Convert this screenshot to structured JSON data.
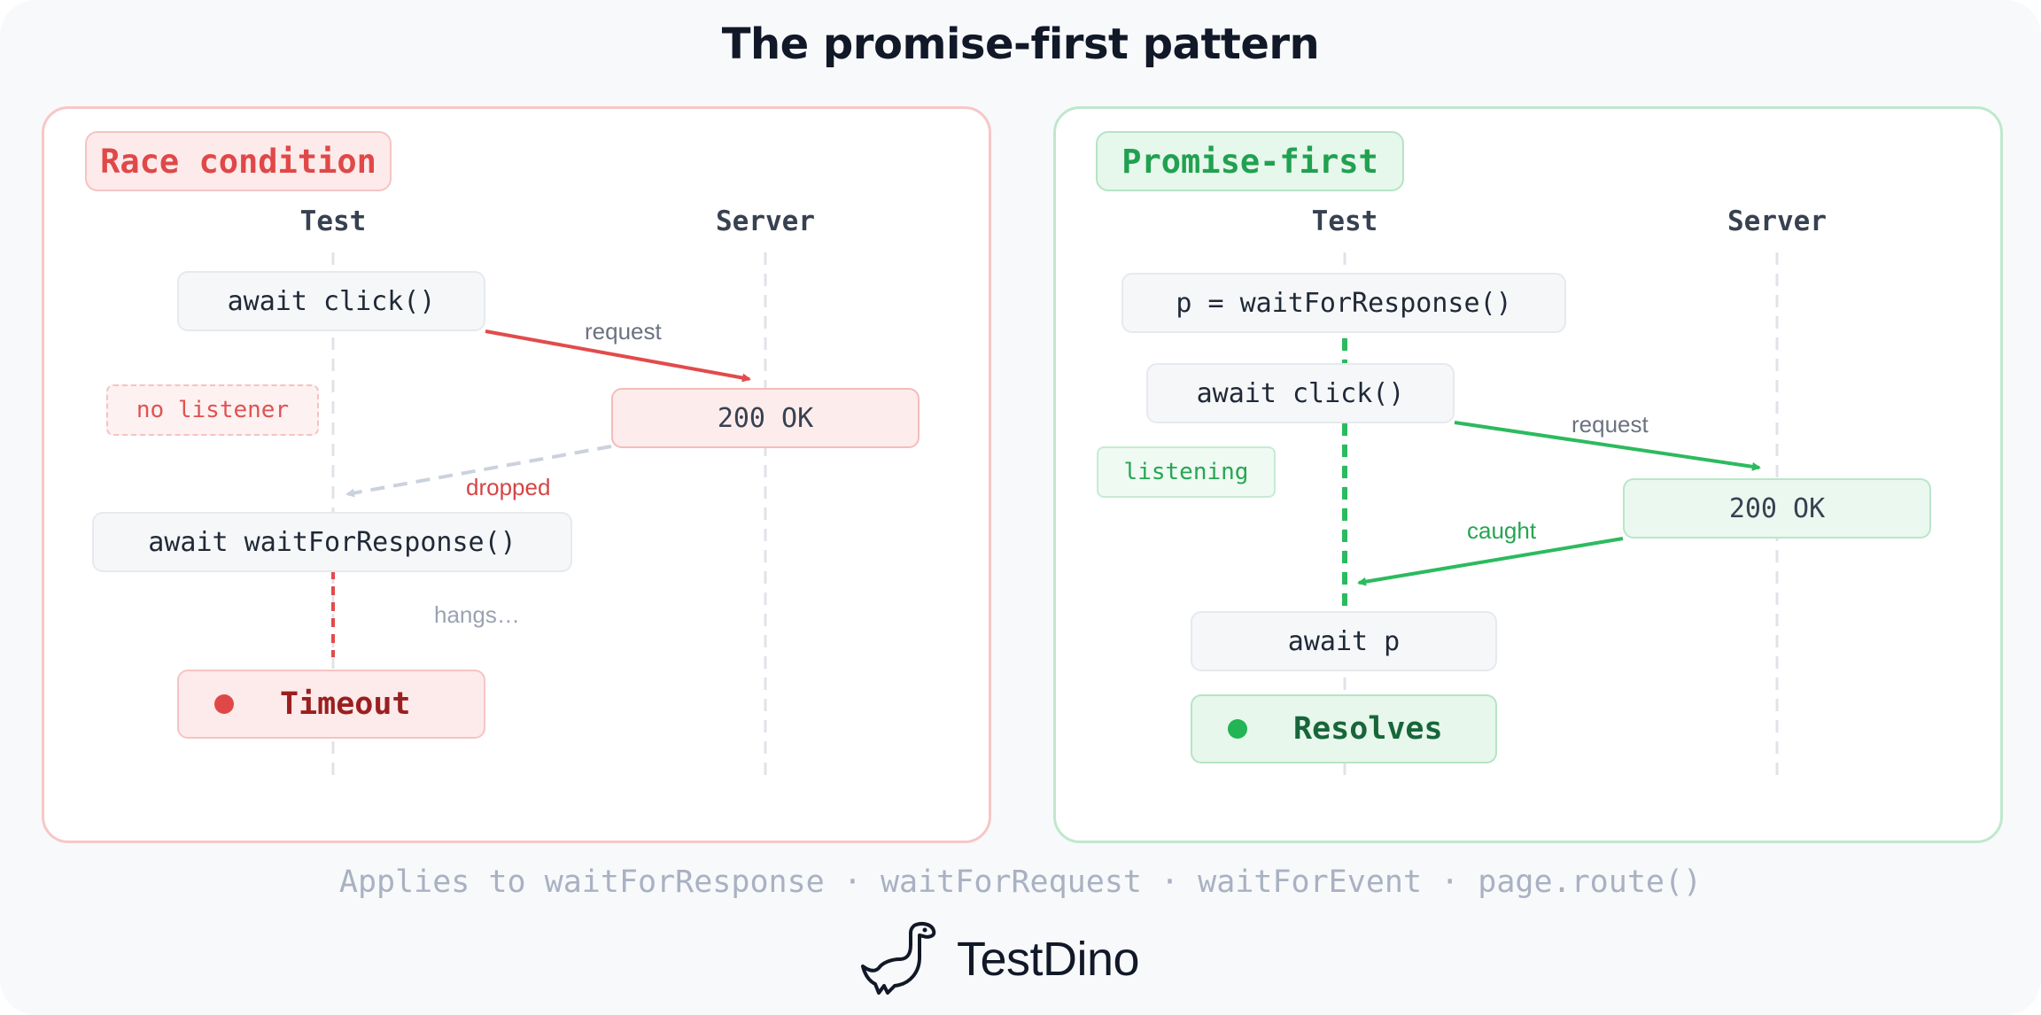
{
  "title": "The promise-first pattern",
  "colors": {
    "red_accent": "#e04848",
    "green_accent": "#21a150",
    "arrow_red": "#e24b4b",
    "arrow_green": "#2cba5f",
    "arrow_dropped": "#cbd2de"
  },
  "left": {
    "badge": "Race condition",
    "col_test": "Test",
    "col_server": "Server",
    "await_click": "await click()",
    "request_label": "request",
    "no_listener": "no listener",
    "ok": "200 OK",
    "dropped_label": "dropped",
    "await_wait": "await waitForResponse()",
    "hangs_label": "hangs…",
    "result": "Timeout"
  },
  "right": {
    "badge": "Promise-first",
    "col_test": "Test",
    "col_server": "Server",
    "p_assign": "p = waitForResponse()",
    "await_click": "await click()",
    "request_label": "request",
    "listening": "listening",
    "ok": "200 OK",
    "caught_label": "caught",
    "await_p": "await p",
    "result": "Resolves"
  },
  "footer": "Applies to waitForResponse · waitForRequest · waitForEvent · page.route()",
  "brand": {
    "name": "TestDino",
    "logo_icon": "dinosaur-icon"
  }
}
